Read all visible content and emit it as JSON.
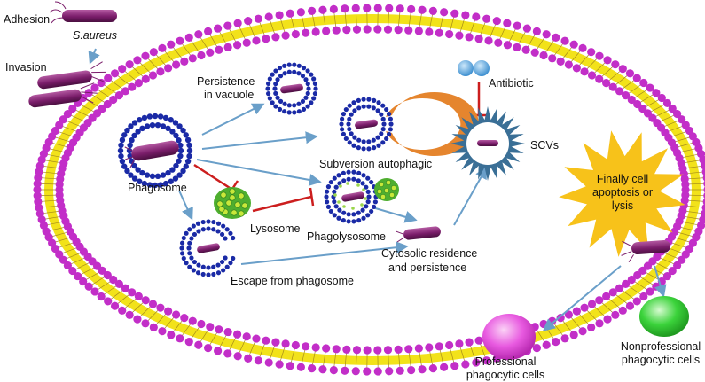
{
  "labels": {
    "adhesion": "Adhesion",
    "organism": "S.aureus",
    "invasion": "Invasion",
    "persistence_line1": "Persistence",
    "persistence_line2": "in vacuole",
    "subversion": "Subversion autophagic",
    "antibiotic": "Antibiotic",
    "scvs": "SCVs",
    "phagosome": "Phagosome",
    "lysosome": "Lysosome",
    "phagolysosome": "Phagolysosome",
    "cytosolic_line1": "Cytosolic residence",
    "cytosolic_line2": "and persistence",
    "escape": "Escape from phagosome",
    "finally_line1": "Finally cell",
    "finally_line2": "apoptosis or",
    "finally_line3": "lysis",
    "professional_line1": "Professional",
    "professional_line2": "phagocytic cells",
    "nonprofessional_line1": "Nonprofessional",
    "nonprofessional_line2": "phagocytic cells"
  },
  "colors": {
    "membrane_head": "#c22ec8",
    "membrane_tail": "#f2e21a",
    "vesicle_bead": "#1a2aa6",
    "arrow": "#6a9fc9",
    "inhibit": "#cc1e1e",
    "bacterium": "#7a1d6a",
    "autophagic_cup": "#e5852e",
    "scv_star": "#3a6f96",
    "burst_star": "#f7c21a",
    "lysosome": "#4eae2f",
    "antibiotic": "#4f9fd8",
    "professional_cell": "#e85ae0",
    "nonprofessional_cell": "#3bd33b"
  }
}
